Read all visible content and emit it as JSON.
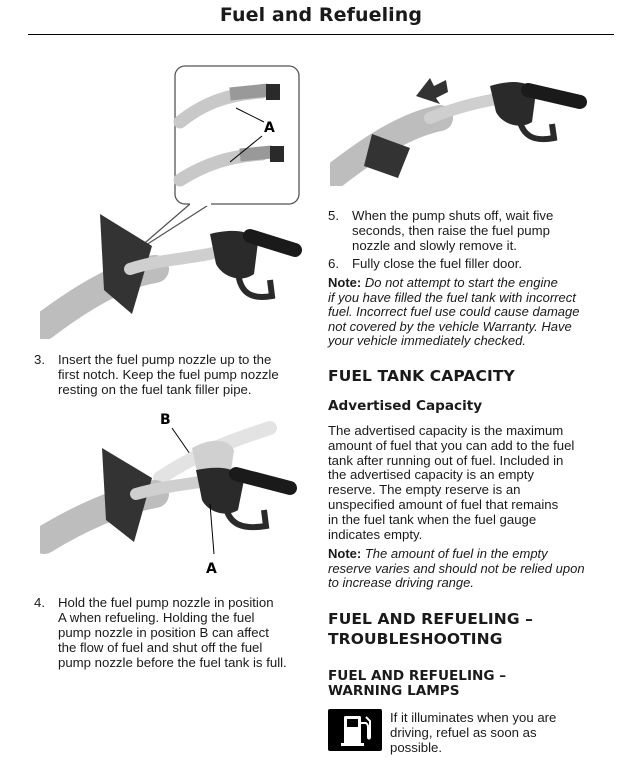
{
  "header": {
    "title": "Fuel and Refueling"
  },
  "figure1": {
    "label_a": "A"
  },
  "figure2": {
    "label_b": "B",
    "label_a": "A"
  },
  "step3": {
    "number": "3.",
    "lines": [
      "Insert the fuel pump nozzle up to the",
      "first notch.  Keep the fuel pump nozzle",
      "resting on the fuel tank filler pipe."
    ]
  },
  "step4": {
    "number": "4.",
    "lines": [
      "Hold the fuel pump nozzle in position",
      "A when refueling.  Holding the fuel",
      "pump nozzle in position B can affect",
      "the flow of fuel and shut off the fuel",
      "pump nozzle before the fuel tank is full."
    ]
  },
  "step5": {
    "number": "5.",
    "lines": [
      "When the pump shuts off, wait five",
      "seconds, then raise the fuel pump",
      "nozzle and slowly remove it."
    ]
  },
  "step6": {
    "number": "6.",
    "lines": [
      "Fully close the fuel filler door."
    ]
  },
  "note1": {
    "label": "Note:",
    "lines": [
      "Do not attempt to start the engine",
      "if you have filled the fuel tank with incorrect",
      "fuel.  Incorrect fuel use could cause damage",
      "not covered by the vehicle Warranty.  Have",
      "your vehicle immediately checked."
    ]
  },
  "capacity": {
    "heading": "FUEL TANK CAPACITY",
    "subheading": "Advertised Capacity",
    "lines": [
      "The advertised capacity is the maximum",
      "amount of fuel that you can add to the fuel",
      "tank after running out of fuel. Included in",
      "the advertised capacity is an empty",
      "reserve. The empty reserve is an",
      "unspecified amount of fuel that remains",
      "in the fuel tank when the fuel gauge",
      "indicates empty."
    ]
  },
  "note2": {
    "label": "Note:",
    "lines": [
      "The amount of fuel in the empty",
      "reserve varies and should not be relied upon",
      "to increase driving range."
    ]
  },
  "troubleshooting": {
    "heading_lines": [
      "FUEL AND REFUELING –",
      "TROUBLESHOOTING"
    ]
  },
  "warning_lamps": {
    "heading_lines": [
      "FUEL AND REFUELING –",
      "WARNING LAMPS"
    ],
    "icon": "fuel-pump-icon",
    "lines": [
      "If it illuminates when you are",
      "driving, refuel as soon as",
      "possible."
    ]
  }
}
